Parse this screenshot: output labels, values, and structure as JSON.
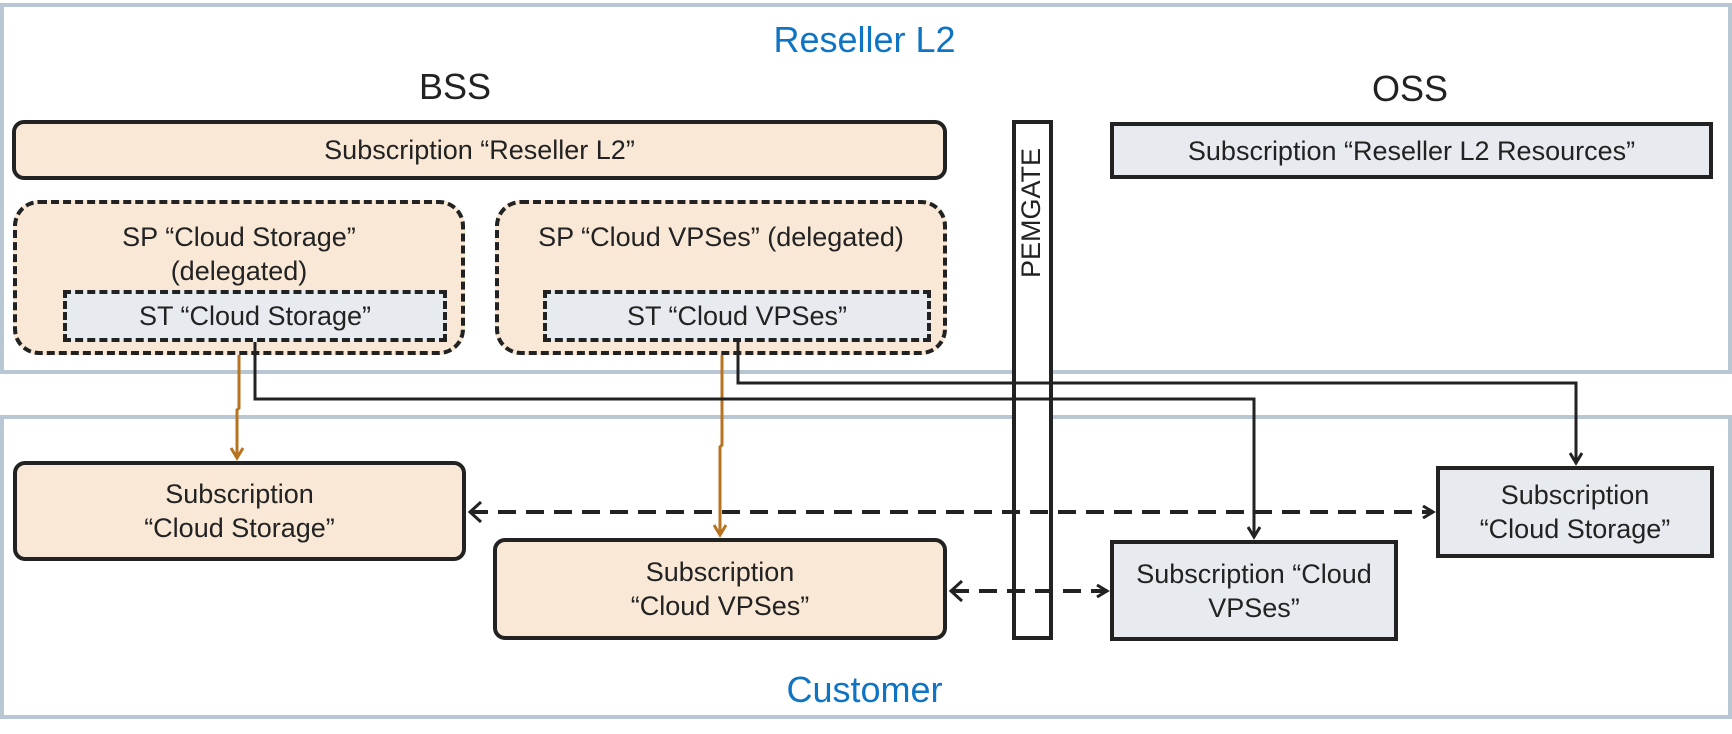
{
  "frames": {
    "reseller": {
      "title": "Reseller L2"
    },
    "customer": {
      "title": "Customer"
    }
  },
  "sections": {
    "bss": "BSS",
    "oss": "OSS",
    "gateway": "PEMGATE"
  },
  "reseller_boxes": {
    "subscription_reseller": "Subscription “Reseller L2”",
    "subscription_resources": "Subscription “Reseller L2 Resources”",
    "sp_cloud_storage": {
      "line1": "SP “Cloud Storage”",
      "line2": "(delegated)"
    },
    "sp_cloud_vpses": "SP “Cloud VPSes” (delegated)",
    "st_cloud_storage": "ST “Cloud Storage”",
    "st_cloud_vpses": "ST “Cloud VPSes”"
  },
  "customer_boxes": {
    "bss_cloud_storage": {
      "line1": "Subscription",
      "line2": "“Cloud Storage”"
    },
    "bss_cloud_vpses": {
      "line1": "Subscription",
      "line2": "“Cloud VPSes”"
    },
    "oss_cloud_vpses": {
      "line1": "Subscription “Cloud",
      "line2": "VPSes”"
    },
    "oss_cloud_storage": {
      "line1": "Subscription",
      "line2": "“Cloud Storage”"
    }
  },
  "colors": {
    "frame_title": "#0f74c4",
    "frame_border": "#b9c6d3",
    "bss_fill": "#f9e8d6",
    "oss_fill": "#e7ebef",
    "bss_link": "#b87320",
    "oss_link": "#222222"
  }
}
